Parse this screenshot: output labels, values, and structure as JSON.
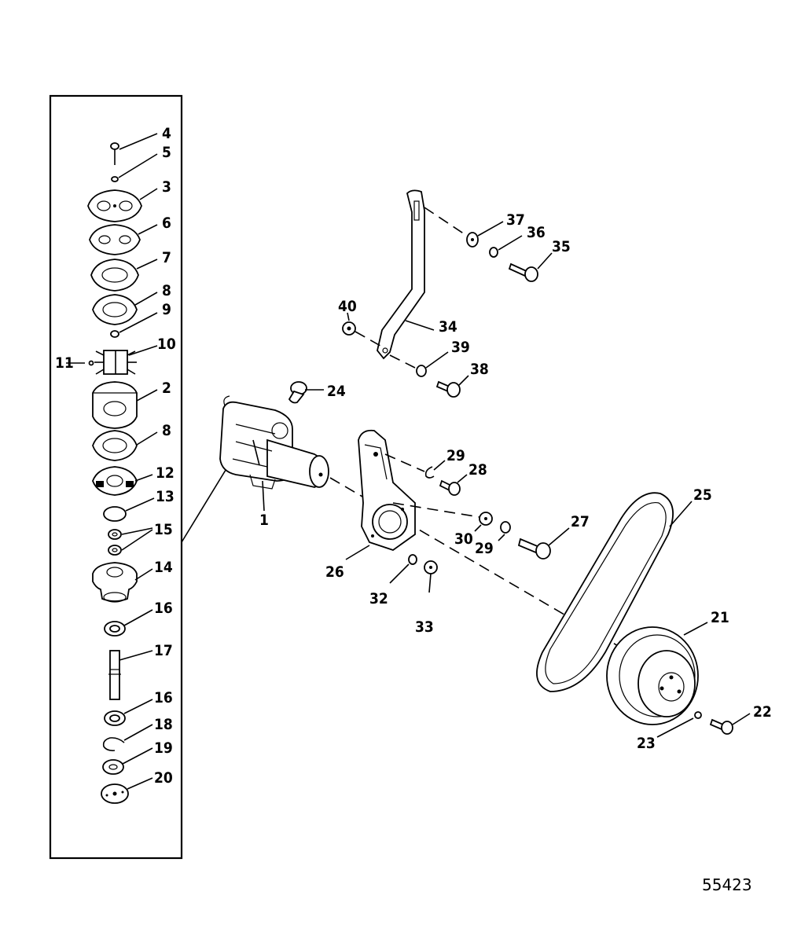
{
  "figure_number": "55423",
  "callouts": {
    "c1": "1",
    "c2": "2",
    "c3": "3",
    "c4": "4",
    "c5": "5",
    "c6": "6",
    "c7": "7",
    "c8a": "8",
    "c8b": "8",
    "c9": "9",
    "c10": "10",
    "c11": "11",
    "c12": "12",
    "c13": "13",
    "c14": "14",
    "c15": "15",
    "c16a": "16",
    "c16b": "16",
    "c17": "17",
    "c18": "18",
    "c19": "19",
    "c20": "20",
    "c21": "21",
    "c22": "22",
    "c23": "23",
    "c24": "24",
    "c25": "25",
    "c26": "26",
    "c27": "27",
    "c28": "28",
    "c29a": "29",
    "c29b": "29",
    "c30": "30",
    "c32": "32",
    "c33": "33",
    "c34": "34",
    "c35": "35",
    "c36": "36",
    "c37": "37",
    "c38": "38",
    "c39": "39",
    "c40": "40"
  }
}
